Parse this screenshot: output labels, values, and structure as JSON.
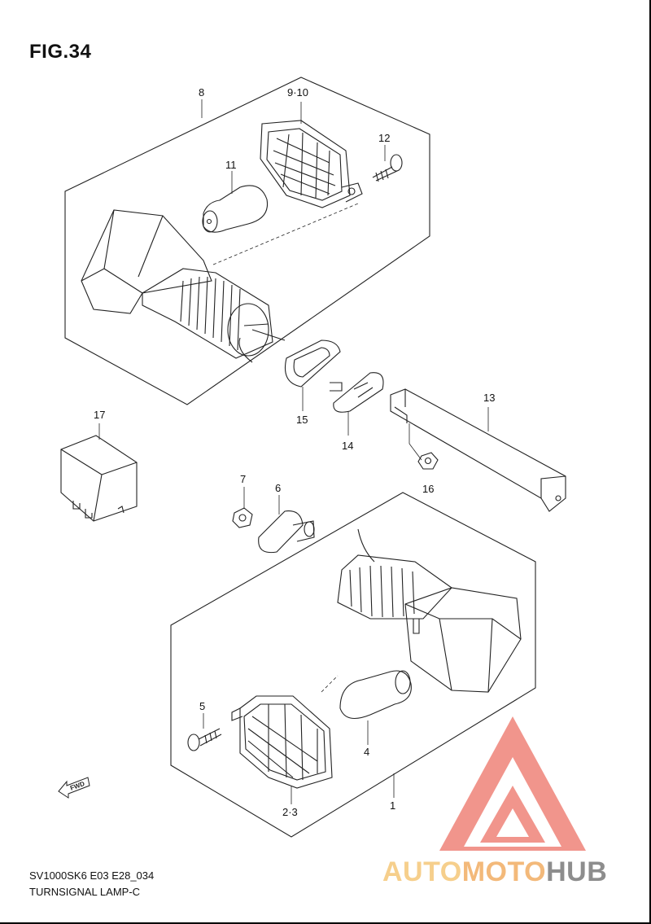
{
  "figure": {
    "title": "FIG.34"
  },
  "callouts": {
    "c1": "1",
    "c23": "2·3",
    "c4": "4",
    "c5": "5",
    "c6": "6",
    "c7": "7",
    "c8": "8",
    "c910": "9·10",
    "c11": "11",
    "c12": "12",
    "c13": "13",
    "c14": "14",
    "c15": "15",
    "c16": "16",
    "c17": "17"
  },
  "direction_arrow": {
    "label": "FWD"
  },
  "footer": {
    "model_code": "SV1000SK6 E03 E28_034",
    "part_name": "TURNSIGNAL LAMP-C"
  },
  "watermark": {
    "part1": "AUTO",
    "part2": "MOTO",
    "part3": "HUB",
    "colors": {
      "triangle": "#f08a80",
      "text_light": "#f6cf8c",
      "text_gray": "#8d8d8d"
    }
  },
  "colors": {
    "line": "#222222",
    "background": "#ffffff"
  }
}
